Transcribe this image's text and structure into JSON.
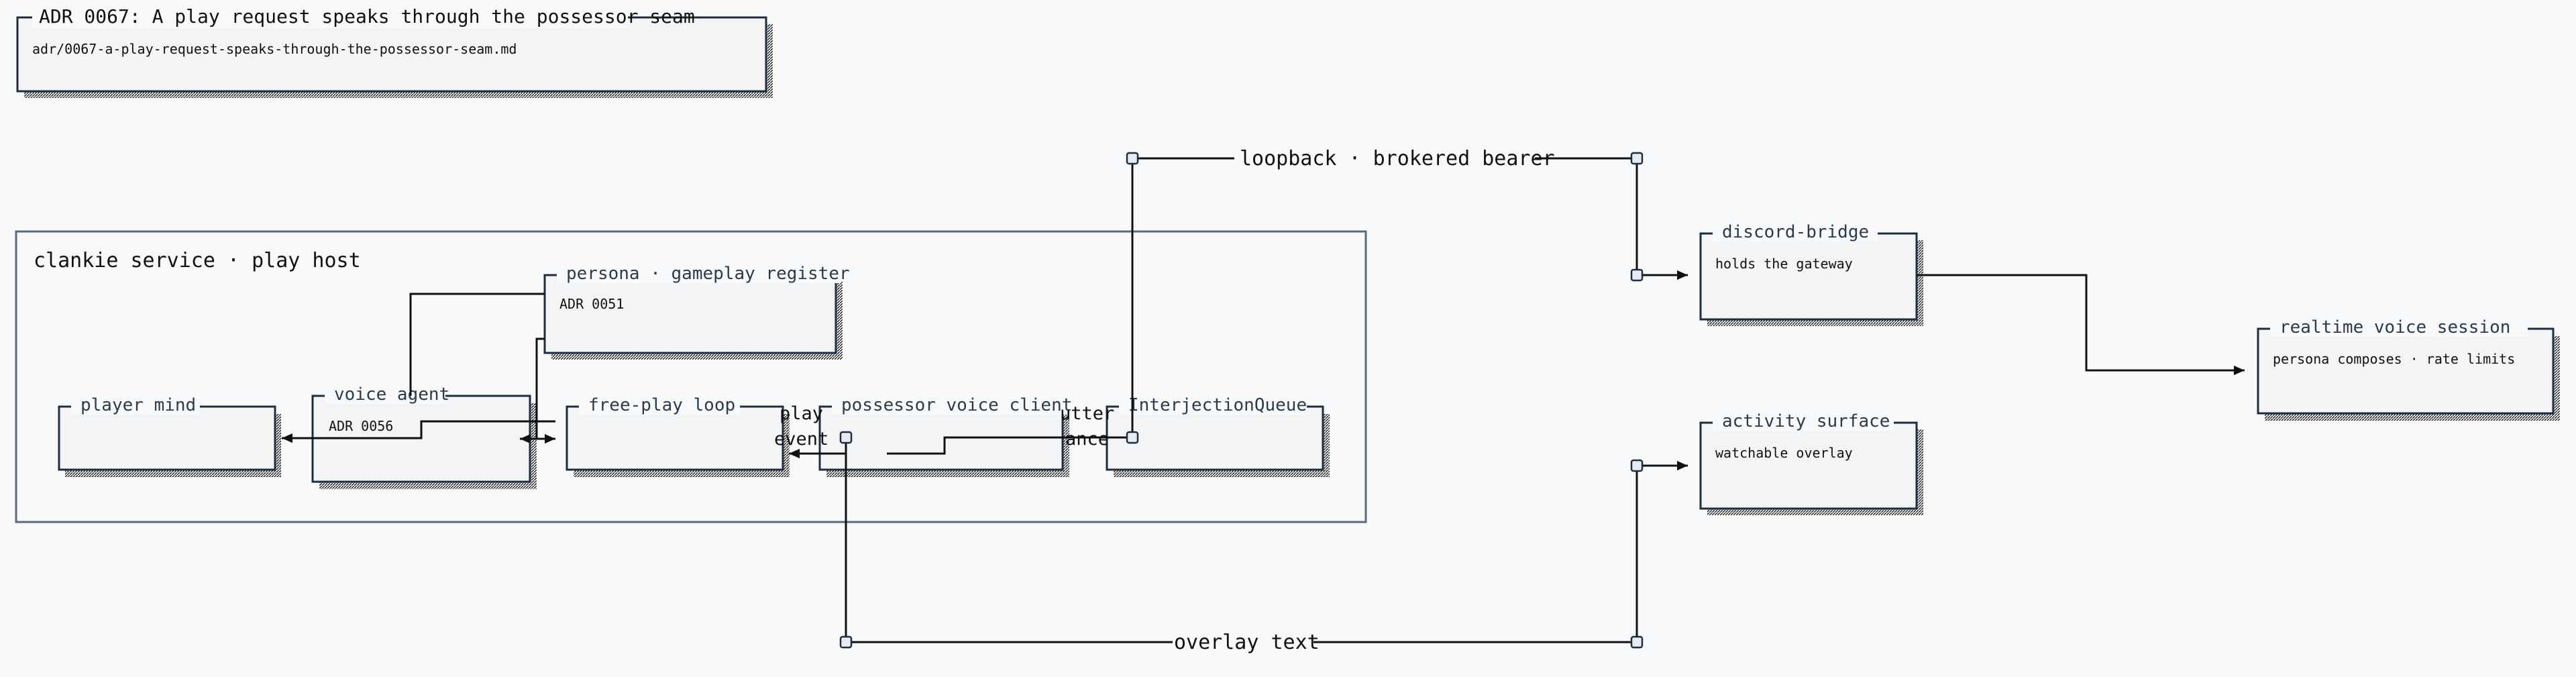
{
  "header": {
    "title": "ADR 0067: A play request speaks through the possessor seam",
    "path": "adr/0067-a-play-request-speaks-through-the-possessor-seam.md"
  },
  "group": {
    "label": "clankie service · play host"
  },
  "nodes": {
    "player_mind": {
      "title": "player mind"
    },
    "voice_agent": {
      "title": "voice agent",
      "subtitle": "ADR 0056"
    },
    "persona": {
      "title": "persona · gameplay register",
      "subtitle": "ADR 0051"
    },
    "free_play_loop": {
      "title": "free-play loop"
    },
    "possessor_voice_client": {
      "title": "possessor voice client"
    },
    "interjection_queue": {
      "title": "InterjectionQueue"
    },
    "discord_bridge": {
      "title": "discord-bridge",
      "subtitle": "holds the gateway"
    },
    "activity_surface": {
      "title": "activity surface",
      "subtitle": "watchable overlay"
    },
    "realtime_voice_session": {
      "title": "realtime voice session",
      "subtitle": "persona composes · rate limits"
    }
  },
  "edges": {
    "loopback": "loopback · brokered bearer",
    "overlay": "overlay text",
    "play_event": [
      "play",
      "event"
    ],
    "utterance": [
      "utter",
      "ance"
    ]
  }
}
